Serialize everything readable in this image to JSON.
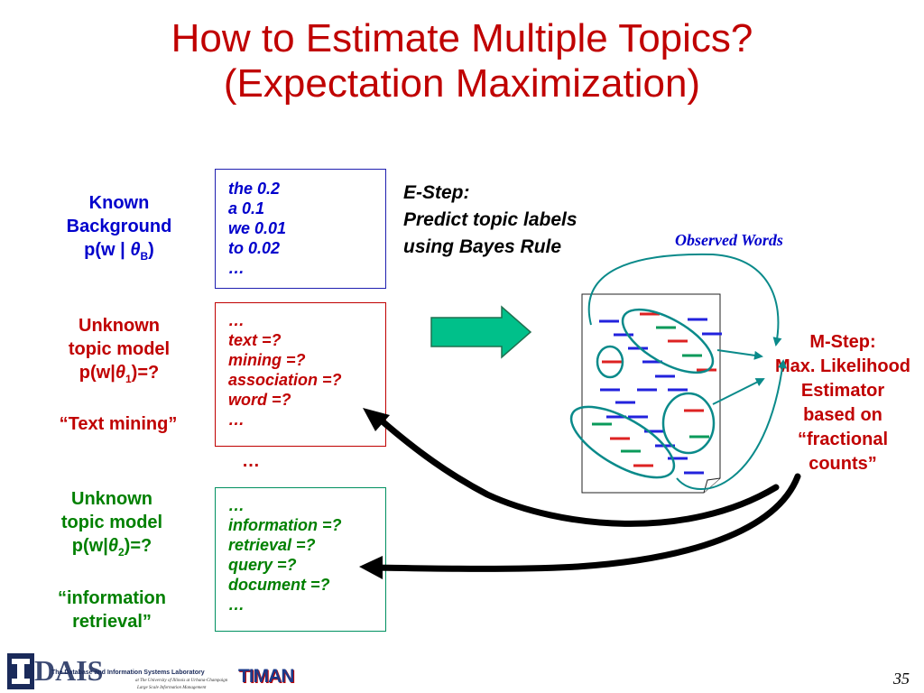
{
  "slide": {
    "title_line1": "How to Estimate Multiple Topics?",
    "title_line2": "(Expectation Maximization)",
    "page_number": "35"
  },
  "background_model": {
    "label_line1": "Known",
    "label_line2": "Background",
    "label_line3_prefix": "p(w | ",
    "label_theta": "θ",
    "label_sub": "B",
    "label_suffix": ")",
    "entries": [
      "the  0.2",
      "a 0.1",
      "we 0.01",
      "to 0.02",
      "…"
    ],
    "color": "#0000cc"
  },
  "topic1": {
    "label_line1": "Unknown",
    "label_line2": "topic model",
    "label_prefix": "p(w|",
    "label_theta": "θ",
    "label_sub": "1",
    "label_suffix": ")=?",
    "label_name": "“Text mining”",
    "entries": [
      "…",
      "text =?",
      "mining =?",
      "association =?",
      "word =?",
      "…"
    ],
    "color": "#c00000"
  },
  "between_ellipsis": "…",
  "topic2": {
    "label_line1": "Unknown",
    "label_line2": "topic model",
    "label_prefix": "p(w|",
    "label_theta": "θ",
    "label_sub": "2",
    "label_suffix": ")=?",
    "label_name_line1": "“information",
    "label_name_line2": "retrieval”",
    "entries": [
      "…",
      "information =?",
      "retrieval =?",
      "query =?",
      "document =?",
      "…"
    ],
    "color": "#008000"
  },
  "e_step": {
    "line1": "E-Step:",
    "line2": "Predict topic labels",
    "line3": "using Bayes Rule"
  },
  "observed_words": "Observed Words",
  "m_step": {
    "line1": "M-Step:",
    "line2": "Max. Likelihood",
    "line3": "Estimator",
    "line4": "based on",
    "line5": "“fractional",
    "line6": "counts”"
  },
  "footer": {
    "logo_letters": "DAIS",
    "lab_name": "The Database and Information Systems Laboratory",
    "lab_affiliation": "at The University of Illinois at Urbana-Champaign",
    "lab_tagline": "Large Scale Information Management",
    "timan_logo": "TIMAN"
  },
  "colors": {
    "accent_red": "#c00000",
    "blue": "#0000cc",
    "green": "#008000",
    "teal": "#0a8a8a",
    "arrow_green": "#00c08a"
  }
}
